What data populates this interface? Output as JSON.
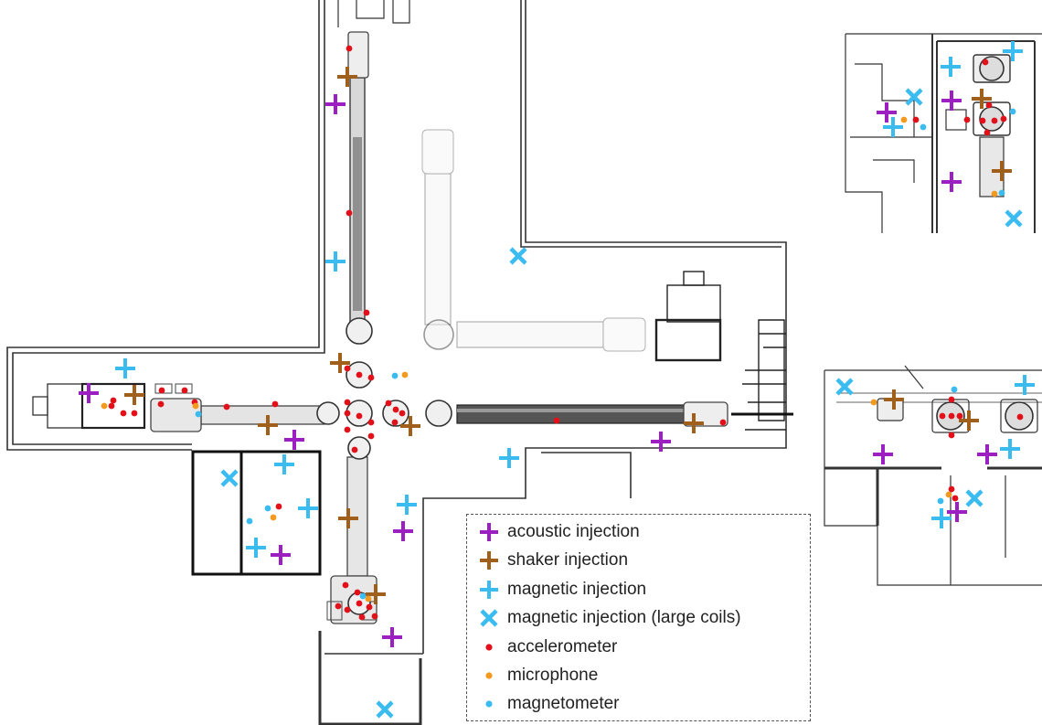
{
  "colors": {
    "acoustic": "#9b1fc1",
    "shaker": "#a0601b",
    "magnetic": "#3bbcf0",
    "accelerometer": "#e3101a",
    "microphone": "#f39a1e",
    "magnetometer": "#3bbcf0"
  },
  "legend": [
    {
      "key": "acoustic",
      "symbol": "plus",
      "label": "acoustic injection"
    },
    {
      "key": "shaker",
      "symbol": "plus",
      "label": "shaker injection"
    },
    {
      "key": "magnetic",
      "symbol": "plus",
      "label": "magnetic injection"
    },
    {
      "key": "magnetic",
      "symbol": "cross",
      "label": "magnetic injection (large coils)"
    },
    {
      "key": "accelerometer",
      "symbol": "dot",
      "label": "accelerometer"
    },
    {
      "key": "microphone",
      "symbol": "dot",
      "label": "microphone"
    },
    {
      "key": "magnetometer",
      "symbol": "dot",
      "label": "magnetometer"
    }
  ]
}
